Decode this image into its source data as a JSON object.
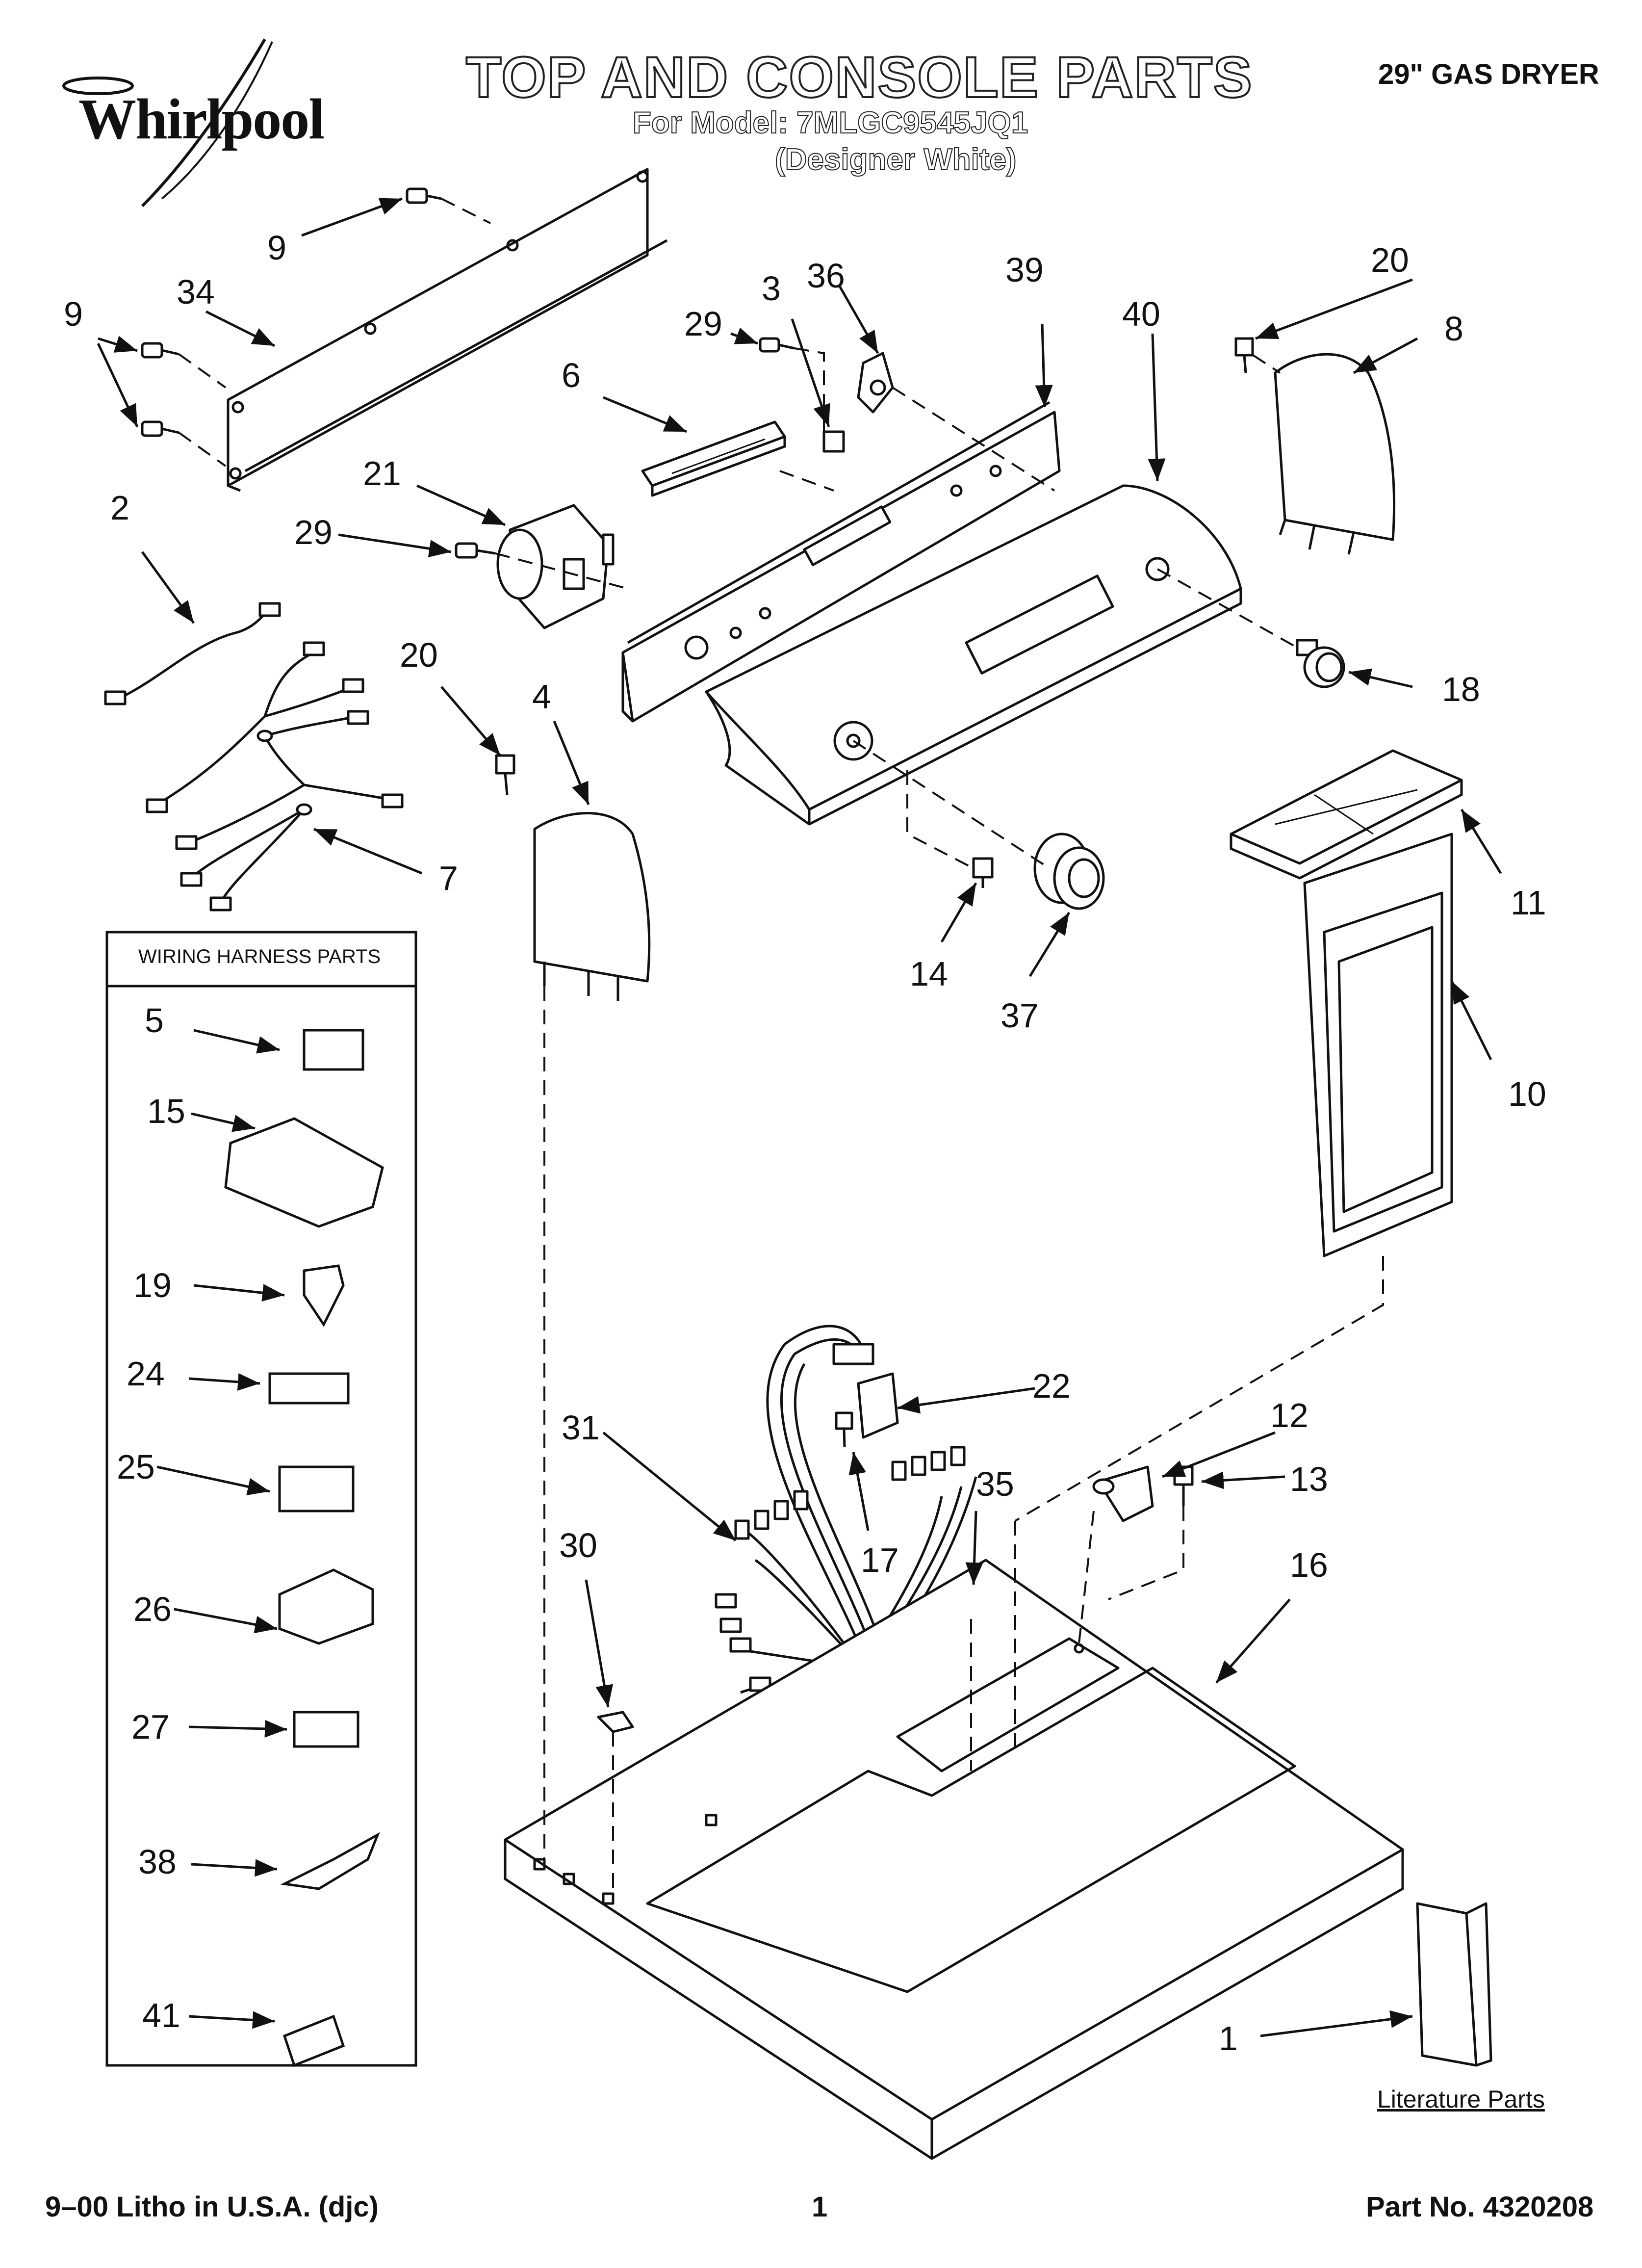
{
  "header": {
    "brand": "Whirlpool",
    "title": "TOP AND CONSOLE PARTS",
    "model_line": "For Model: 7MLGC9545JQ1",
    "color_line": "(Designer White)",
    "product": "29\" GAS DRYER"
  },
  "wiring_box": {
    "title": "WIRING HARNESS PARTS",
    "callouts": [
      "5",
      "15",
      "19",
      "24",
      "25",
      "26",
      "27",
      "38",
      "41"
    ]
  },
  "callouts": [
    "9",
    "34",
    "9",
    "2",
    "21",
    "29",
    "6",
    "29",
    "3",
    "36",
    "39",
    "40",
    "20",
    "8",
    "18",
    "20",
    "4",
    "7",
    "14",
    "37",
    "11",
    "10",
    "22",
    "12",
    "31",
    "35",
    "13",
    "30",
    "17",
    "16",
    "1"
  ],
  "literature": "Literature Parts",
  "footer": {
    "left": "9–00 Litho in U.S.A. (djc)",
    "page": "1",
    "part_no": "Part No. 4320208"
  }
}
